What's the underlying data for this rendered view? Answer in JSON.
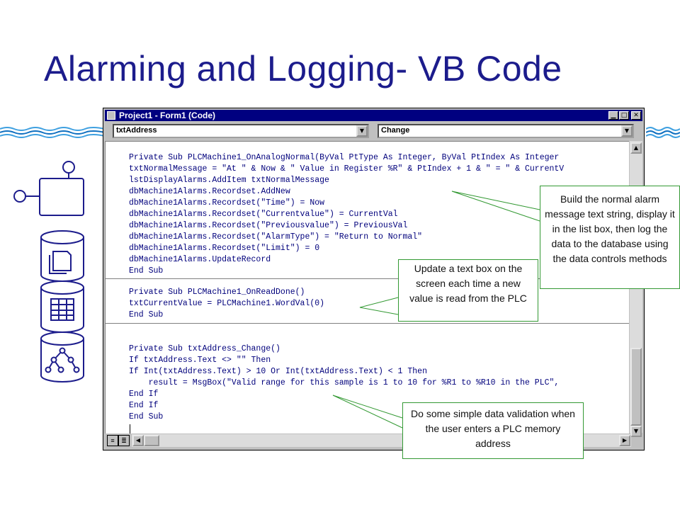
{
  "slide": {
    "title": "Alarming and Logging- VB Code"
  },
  "window": {
    "title": "Project1 - Form1 (Code)",
    "object_combo": "txtAddress",
    "procedure_combo": "Change",
    "buttons": {
      "minimize": "▁",
      "maximize": "□",
      "close": "✕"
    }
  },
  "code_blocks": [
    {
      "lines": [
        "Private Sub PLCMachine1_OnAnalogNormal(ByVal PtType As Integer, ByVal PtIndex As Integer",
        "txtNormalMessage = \"At \" & Now & \" Value in Register %R\" & PtIndex + 1 & \" = \" & CurrentV",
        "lstDisplayAlarms.AddItem txtNormalMessage",
        "dbMachine1Alarms.Recordset.AddNew",
        "dbMachine1Alarms.Recordset(\"Time\") = Now",
        "dbMachine1Alarms.Recordset(\"Currentvalue\") = CurrentVal",
        "dbMachine1Alarms.Recordset(\"Previousvalue\") = PreviousVal",
        "dbMachine1Alarms.Recordset(\"AlarmType\") = \"Return to Normal\"",
        "dbMachine1Alarms.Recordset(\"Limit\") = 0",
        "dbMachine1Alarms.UpdateRecord",
        "End Sub"
      ]
    },
    {
      "lines": [
        "Private Sub PLCMachine1_OnReadDone()",
        "txtCurrentValue = PLCMachine1.WordVal(0)",
        "End Sub"
      ]
    },
    {
      "lines": [
        "Private Sub txtAddress_Change()",
        "If txtAddress.Text <> \"\" Then",
        "If Int(txtAddress.Text) > 10 Or Int(txtAddress.Text) < 1 Then",
        "    result = MsgBox(\"Valid range for this sample is 1 to 10 for %R1 to %R10 in the PLC\",",
        "End If",
        "End If",
        "End Sub"
      ]
    }
  ],
  "callouts": {
    "normal_alarm": "Build the normal alarm message text string, display it in the list box, then log the data to the database using the data controls methods",
    "read_done": "Update a text box on the screen each time a new value is read from the PLC",
    "validation": "Do some simple data validation when the user enters a PLC memory address"
  },
  "icons": [
    "plc-tree-icon",
    "database-document-icon",
    "database-table-icon",
    "database-network-icon",
    "wave-divider-icon"
  ],
  "colors": {
    "title": "#1c1c8c",
    "code_text": "#00007c",
    "titlebar": "#000080",
    "callout_border": "#339933",
    "wave": "#3fa0e0"
  }
}
